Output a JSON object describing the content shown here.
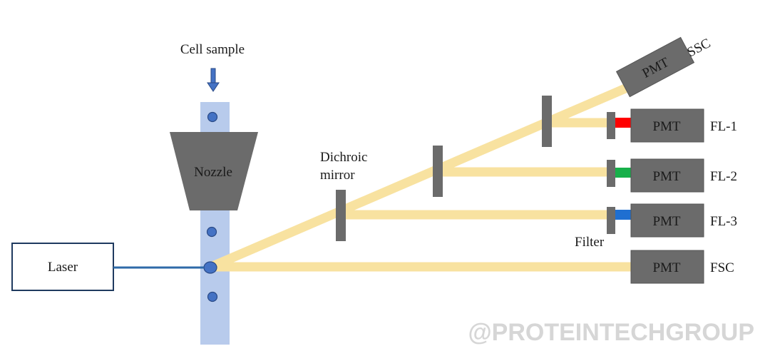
{
  "labels": {
    "cell_sample": "Cell sample",
    "nozzle": "Nozzle",
    "laser": "Laser",
    "dichroic_mirror_line1": "Dichroic",
    "dichroic_mirror_line2": "mirror",
    "filter": "Filter",
    "ssc": "SSC",
    "fl1": "FL-1",
    "fl2": "FL-2",
    "fl3": "FL-3",
    "fsc": "FSC"
  },
  "detectors": [
    {
      "name": "PMT"
    },
    {
      "name": "PMT"
    },
    {
      "name": "PMT"
    },
    {
      "name": "PMT"
    },
    {
      "name": "PMT"
    }
  ],
  "watermark": "@PROTEINTECHGROUP",
  "colors": {
    "beam": "#f8e2a0",
    "device": "#6b6b6b",
    "flow": "#b8cbec",
    "cell": "#4472c4",
    "laser_line": "#2e6aa8",
    "fl1_filter": "#ff0000",
    "fl2_filter": "#17b04a",
    "fl3_filter": "#1f6fd1"
  }
}
